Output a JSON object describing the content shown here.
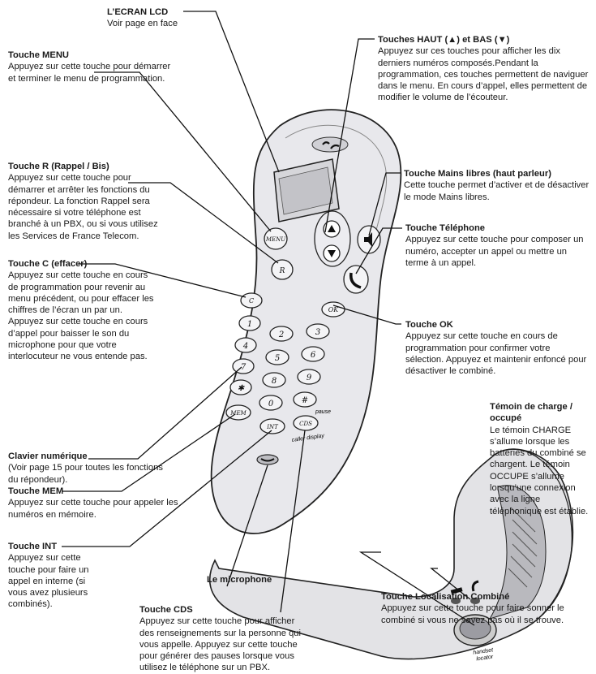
{
  "callouts": {
    "lcd": {
      "title": "L’ECRAN LCD",
      "desc": "Voir page en face"
    },
    "menu": {
      "title": "Touche MENU",
      "desc": "Appuyez sur cette touche pour démarrer et terminer le menu de programmation."
    },
    "r": {
      "title": "Touche R (Rappel / Bis)",
      "desc": "Appuyez sur cette touche pour démarrer et arrêter les fonctions du répondeur. La fonction Rappel sera nécessaire si votre téléphone est branché à un PBX, ou si vous utilisez les Services de France Telecom."
    },
    "c": {
      "title": "Touche C (effacer)",
      "desc": "Appuyez sur cette touche en cours de programmation pour revenir au menu précédent, ou pour effacer les chiffres de l’écran un par un. Appuyez sur cette touche en cours d’appel pour baisser le son du microphone pour que votre interlocuteur ne vous entende pas."
    },
    "clavier": {
      "title": "Clavier numérique",
      "desc": "(Voir page 15 pour toutes les fonctions du répondeur)."
    },
    "mem": {
      "title": "Touche MEM",
      "desc": "Appuyez sur cette touche pour appeler les numéros en mémoire."
    },
    "int": {
      "title": "Touche INT",
      "desc": "Appuyez sur cette touche pour faire un appel en interne (si vous avez plusieurs combinés)."
    },
    "micro": {
      "title": "Le microphone",
      "desc": ""
    },
    "cds": {
      "title": "Touche CDS",
      "desc": "Appuyez sur cette touche pour afficher des renseignements sur la personne qui vous appelle. Appuyez sur cette touche pour générer des pauses lorsque vous utilisez le téléphone sur un PBX."
    },
    "hautbas": {
      "title": "Touches HAUT (▲) et BAS (▼)",
      "desc": "Appuyez sur ces touches pour afficher les dix derniers numéros composés.Pendant la programmation, ces touches permettent de naviguer dans le menu. En cours d’appel, elles permettent de modifier le volume de l’écouteur."
    },
    "mains": {
      "title": "Touche Mains libres (haut parleur)",
      "desc": "Cette touche permet d’activer et de désactiver le mode Mains libres."
    },
    "tel": {
      "title": "Touche Téléphone",
      "desc": "Appuyez sur cette touche pour composer un numéro, accepter un appel ou mettre un terme à un appel."
    },
    "ok": {
      "title": "Touche OK",
      "desc": "Appuyez sur cette touche en cours de programmation pour confirmer votre sélection. Appuyez et maintenir enfoncé pour désactiver le combiné."
    },
    "temoin": {
      "title": "Témoin de charge / occupé",
      "desc": "Le témoin CHARGE s’allume lorsque les batteries du combiné se chargent. Le témoin OCCUPE s’allume lorsqu’une connexion avec la ligne téléphonique est établie."
    },
    "locator": {
      "title": "Touche Localisation Combiné",
      "desc": "Appuyez sur cette touche pour faire sonner le combiné si vous ne savez pas où il se trouve."
    }
  },
  "keys": {
    "menu": "MENU",
    "r": "R",
    "c": "C",
    "ok": "OK",
    "mem": "MEM",
    "int": "INT",
    "cds": "CDS",
    "d1": "1",
    "d2": "2",
    "d3": "3",
    "d4": "4",
    "d5": "5",
    "d6": "6",
    "d7": "7",
    "d8": "8",
    "d9": "9",
    "d0": "0",
    "star": "✱",
    "hash": "#"
  },
  "phone_labels": {
    "pause": "pause",
    "caller": "caller display",
    "handset1": "handset",
    "handset2": "locator"
  }
}
